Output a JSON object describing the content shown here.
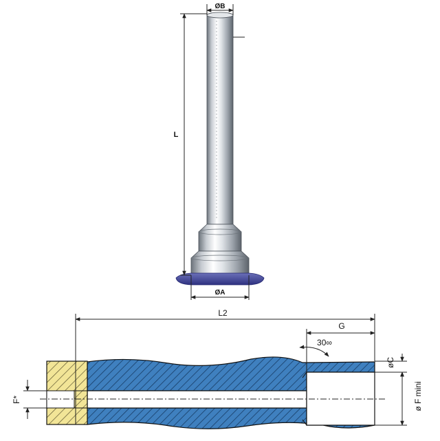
{
  "labels": {
    "dia_b": "ØB",
    "length_l": "L",
    "dia_a": "ØA",
    "length_l2": "L2",
    "length_g": "G",
    "angle": "30∞",
    "dia_c": "øC",
    "f_star": "F*",
    "dia_f_mini": "ø F mini"
  },
  "colors": {
    "body_section": "#3f80bf",
    "plug_section": "#f2e597",
    "flange": "#3f4395",
    "outline": "#111111"
  }
}
